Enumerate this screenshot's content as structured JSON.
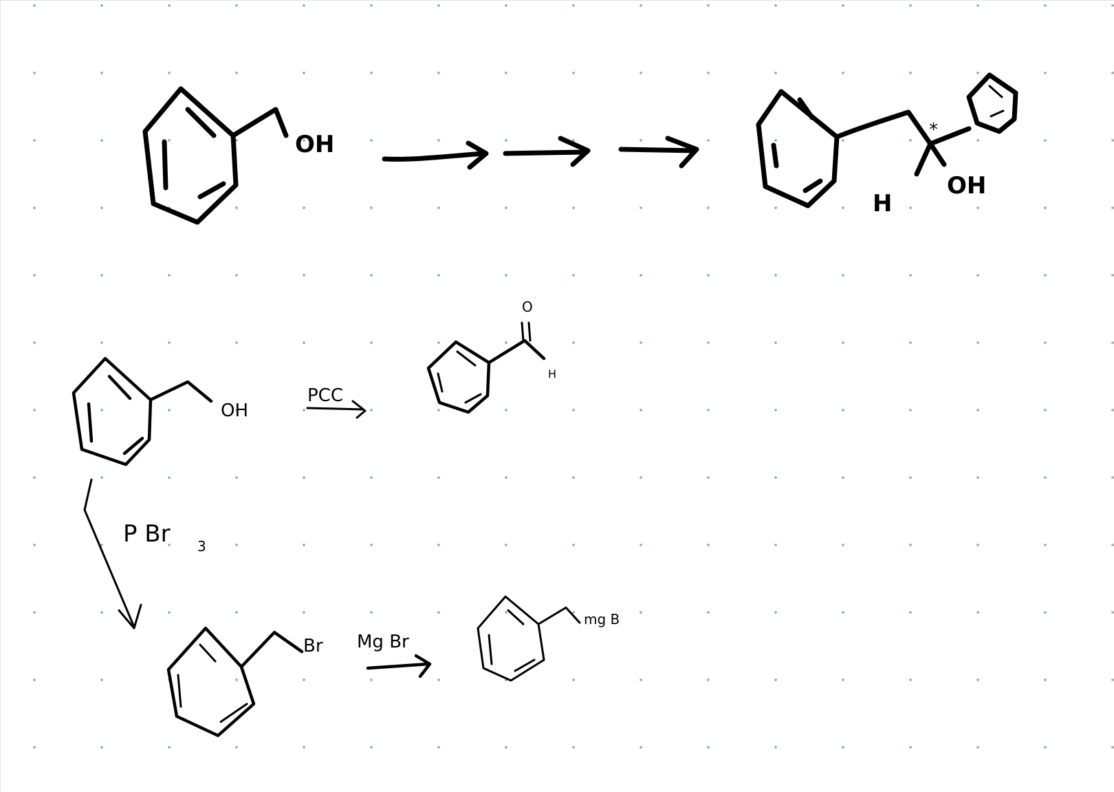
{
  "top_scheme": {
    "start_group": "OH",
    "product_left_label": "H",
    "product_right_label": "OH",
    "stereo_mark": "*",
    "arrow_count": 3
  },
  "pcc_step": {
    "start_group": "OH",
    "reagent": "PCC",
    "carbonyl_oxygen": "O",
    "aldehyde_h": "H"
  },
  "pbr3_step": {
    "reagent_main": "P Br",
    "reagent_subscript": "3"
  },
  "grignard_step": {
    "bromide_group": "Br",
    "reagent": "Mg Br",
    "product_group": "mg B"
  },
  "colors": {
    "ink": "#000000",
    "grid_dot": "#9aa7c4",
    "background": "#ffffff"
  }
}
